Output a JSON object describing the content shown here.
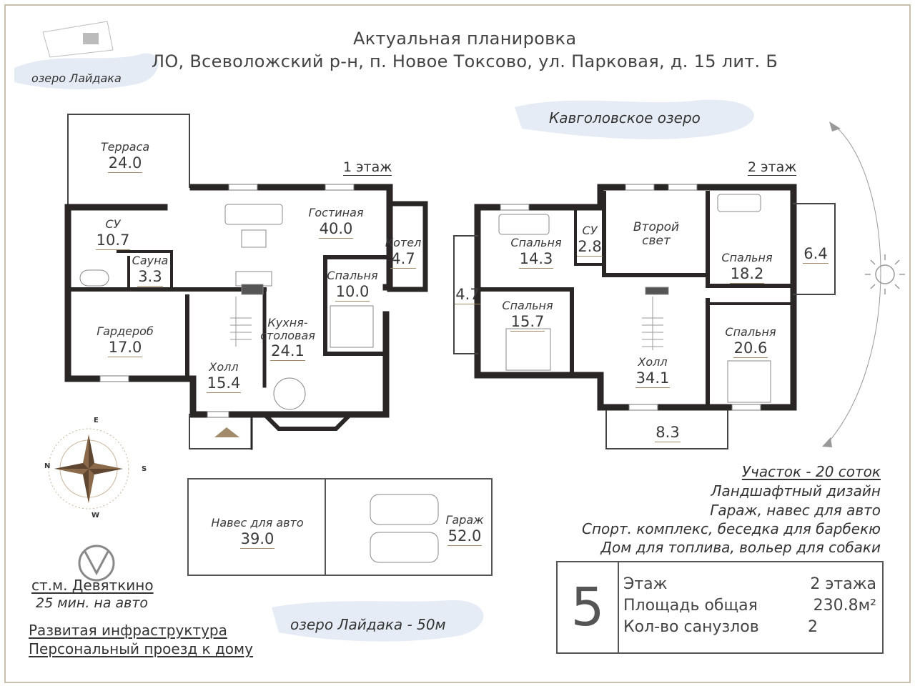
{
  "title": {
    "line1": "Актуальная планировка",
    "line2": "ЛО, Всеволожский р-н, п. Новое Токсово, ул. Парковая, д. 15 лит. Б"
  },
  "lakes": {
    "top_left": "озеро Лайдака",
    "right": "Кавголовское озеро",
    "bottom": "озеро Лайдака - 50м"
  },
  "floors": {
    "first": "1 этаж",
    "second": "2 этаж"
  },
  "rooms_floor1": [
    {
      "name": "Терраса",
      "area": "24.0"
    },
    {
      "name": "Гостиная",
      "area": "40.0"
    },
    {
      "name": "СУ",
      "area": "10.7"
    },
    {
      "name": "Сауна",
      "area": "3.3"
    },
    {
      "name": "Котел",
      "area": "4.7"
    },
    {
      "name": "Спальня",
      "area": "10.0"
    },
    {
      "name": "Гардероб",
      "area": "17.0"
    },
    {
      "name": "Кухня-\nстоловая",
      "area": "24.1"
    },
    {
      "name": "Холл",
      "area": "15.4"
    }
  ],
  "rooms_floor2": [
    {
      "name": "Спальня",
      "area": "14.3"
    },
    {
      "name": "СУ",
      "area": "2.8"
    },
    {
      "name": "Второй\nсвет",
      "area": ""
    },
    {
      "name": "Спальня",
      "area": "18.2"
    },
    {
      "name": "",
      "area": "6.4"
    },
    {
      "name": "",
      "area": "4.7"
    },
    {
      "name": "Спальня",
      "area": "15.7"
    },
    {
      "name": "Холл",
      "area": "34.1"
    },
    {
      "name": "Спальня",
      "area": "20.6"
    },
    {
      "name": "",
      "area": "8.3"
    }
  ],
  "garage": [
    {
      "name": "Навес для авто",
      "area": "39.0"
    },
    {
      "name": "Гараж",
      "area": "52.0"
    }
  ],
  "compass_letters": [
    "N",
    "E",
    "S",
    "W"
  ],
  "metro": {
    "station": "ст.м. Девяткино",
    "time": "25 мин. на авто"
  },
  "bottom_notes": [
    "Развитая инфраструктура",
    "Персональный проезд к дому"
  ],
  "features": [
    "Участок - 20 соток",
    "Ландшафтный дизайн",
    "Гараж, навес для авто",
    "Спорт. комплекс, беседка для барбекю",
    "Дом для топлива, вольер для собаки"
  ],
  "lot": {
    "number": "5",
    "rows": [
      {
        "label": "Этаж",
        "value": "2 этажа"
      },
      {
        "label": "Площадь общая",
        "value": "230.8м²"
      },
      {
        "label": "Кол-во санузлов",
        "value": "2"
      }
    ]
  },
  "colors": {
    "wall": "#2b2626",
    "accent": "#a08a6a",
    "water": "#dbe4f0",
    "frame": "#c9bfae"
  }
}
